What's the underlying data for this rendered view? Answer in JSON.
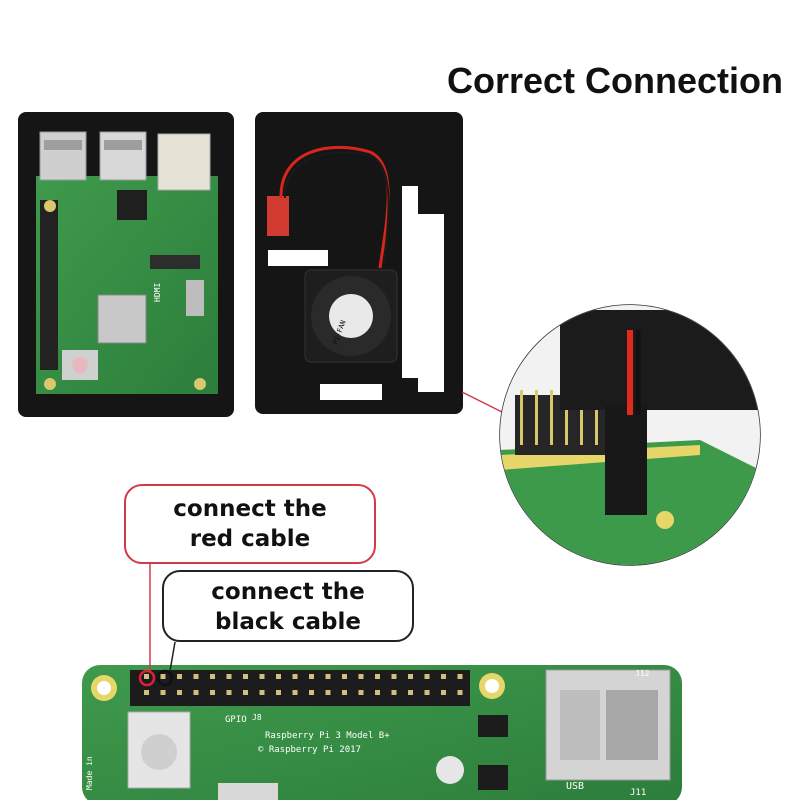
{
  "title": "Correct Connection",
  "callouts": {
    "red": {
      "line1": "connect the",
      "line2": "red cable"
    },
    "black": {
      "line1": "connect the",
      "line2": "black cable"
    }
  },
  "board_labels": {
    "gpio": "GPIO",
    "j8": "J8",
    "model": "Raspberry Pi 3 Model B+",
    "copyright": "© Raspberry Pi 2017",
    "made_in": "Made in",
    "usb": "USB",
    "j11": "J11",
    "j12": "J12",
    "hdmi": "HDMI",
    "fan_brand": "PI-FAN"
  },
  "colors": {
    "pcb_green": "#2f8a3f",
    "case_black": "#161616",
    "wire_red": "#d9261c",
    "callout_red": "#d23a4a"
  }
}
